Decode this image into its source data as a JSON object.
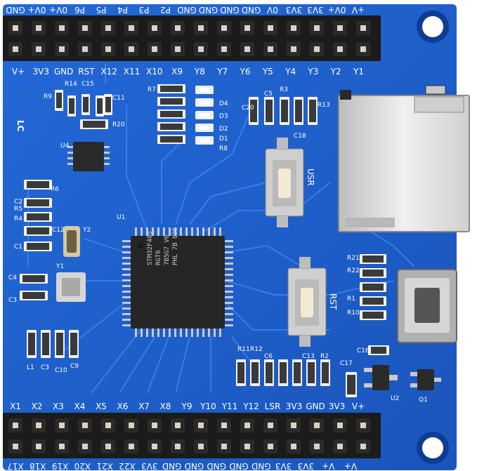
{
  "board": {
    "colors": {
      "pcb": "#1f5fc9",
      "pcb_dark": "#0f3f9a",
      "trace": "#3b7ff0",
      "header": "#1b1b1b",
      "pin": "#d9d4c4",
      "chip": "#2a2a2a",
      "silk": "#ffffff",
      "sd": "#e2e2e2"
    },
    "logo": "LC",
    "top_header": {
      "labels_upper": [
        "GND",
        "0V+",
        "0V+",
        "P6",
        "P5",
        "P4",
        "P3",
        "P2",
        "GND",
        "GND",
        "GND",
        "GND",
        "0V",
        "3V3",
        "3V3",
        "0V+",
        "+V"
      ],
      "labels_lower": [
        "V+",
        "3V3",
        "GND",
        "RST",
        "X12",
        "X11",
        "X10",
        "X9",
        "Y8",
        "Y7",
        "Y6",
        "Y5",
        "Y4",
        "Y3",
        "Y2",
        "Y1"
      ]
    },
    "bottom_header": {
      "labels_upper": [
        "X1",
        "X2",
        "X3",
        "X4",
        "X5",
        "X6",
        "X7",
        "X8",
        "Y9",
        "Y10",
        "Y11",
        "Y12",
        "LSR",
        "3V3",
        "GND",
        "3V3",
        "V+"
      ],
      "labels_lower": [
        "X17",
        "X18",
        "X19",
        "X20",
        "X21",
        "X22",
        "3V3",
        "GND",
        "GND",
        "GND",
        "GND",
        "GND",
        "3V3",
        "3V3",
        "V+",
        "V+"
      ]
    },
    "mcu": {
      "line1": "STM32F405",
      "line2": "RGT6",
      "line3": "7B5G7 V6",
      "line4": "PHL 7B 035"
    },
    "buttons": {
      "usr": "USR",
      "rst": "RST"
    },
    "ref_labels": {
      "r9": "R9",
      "r14": "R14",
      "c15": "C15",
      "c11": "C11",
      "r20": "R20",
      "u4": "U4",
      "r6": "R6",
      "r5": "R5",
      "c2": "C2",
      "r4": "R4",
      "c1": "C1",
      "c12": "C12",
      "y2": "Y2",
      "y1": "Y1",
      "u1": "U1",
      "c4": "C4",
      "c3": "C3",
      "l1": "L1",
      "c10": "C10",
      "c9": "C9",
      "r7": "R7",
      "r8": "R8",
      "d1": "D1",
      "d2": "D2",
      "d3": "D3",
      "d4": "D4",
      "c20": "C20",
      "c5": "C5",
      "r3": "R3",
      "r13": "R13",
      "c18": "C18",
      "r21": "R21",
      "r22": "R22",
      "r1": "R1",
      "r10": "R10",
      "c16": "C16",
      "c17": "C17",
      "u2": "U2",
      "q1": "Q1",
      "r11": "R11",
      "r12": "R12",
      "c13": "C13",
      "c6": "C6",
      "r2": "R2"
    }
  }
}
